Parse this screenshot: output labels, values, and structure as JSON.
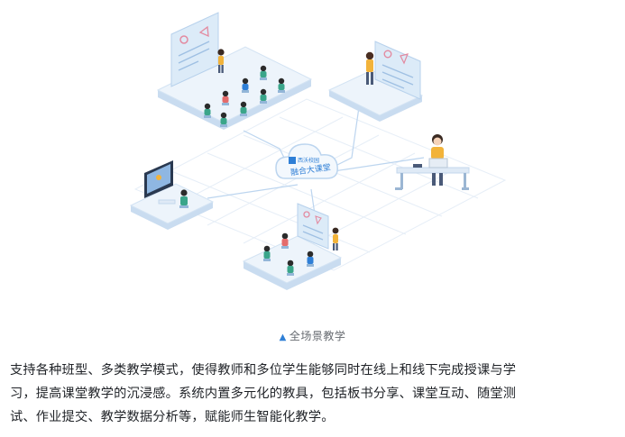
{
  "cloud": {
    "logo_text": "西沃校园",
    "label": "融合大课堂"
  },
  "caption": {
    "marker": "▲",
    "text": "全场景教学"
  },
  "paragraph": {
    "line1": "支持各种班型、多类教学模式，使得教师和多位学生能够同时在线上和线下完成授课与学",
    "line2": "习，提高课堂教学的沉浸感。系统内置多元化的教具，包括板书分享、课堂互动、随堂测",
    "line3": "试、作业提交、教学数据分析等，赋能师生智能化教学。"
  },
  "colors": {
    "accent": "#2f7fd6",
    "platform_top": "#edf4fb",
    "platform_side": "#c9dcf0",
    "line": "#bcd5ef",
    "board": "#dcebf8",
    "student_green": "#3aa58a",
    "teacher_yellow": "#f2b33a"
  }
}
